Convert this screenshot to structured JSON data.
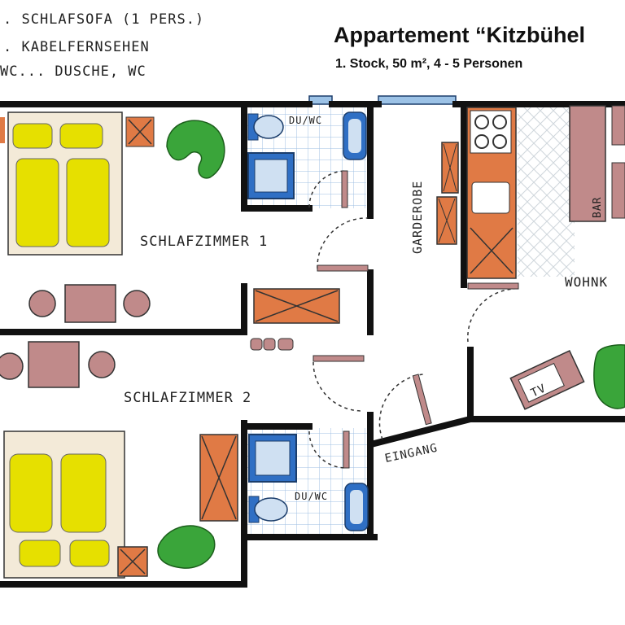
{
  "header": {
    "title": "Appartement “Kitzbühel",
    "subtitle": "1. Stock, 50 m², 4 - 5 Personen"
  },
  "notes": [
    ". SCHLAFSOFA (1 PERS.)",
    ". KABELFERNSEHEN",
    "WC... DUSCHE, WC"
  ],
  "rooms": {
    "bedroom1": "SCHLAFZIMMER 1",
    "bedroom2": "SCHLAFZIMMER 2",
    "bath1": "DU/WC",
    "bath2": "DU/WC",
    "wardrobe": "GARDEROBE",
    "living": "WOHNK",
    "entrance": "EINGANG",
    "bar": "BAR",
    "tv": "TV"
  },
  "colors": {
    "wall": "#111111",
    "bed": "#e6e000",
    "bed_frame": "#f3ead8",
    "furniture_brown": "#c08a8a",
    "wardrobe_orange": "#e07a45",
    "chair_green": "#3aa53a",
    "sink_blue": "#2f6fc4",
    "tile_blue": "#cfe0f2",
    "window_blue": "#9cc2e6"
  }
}
